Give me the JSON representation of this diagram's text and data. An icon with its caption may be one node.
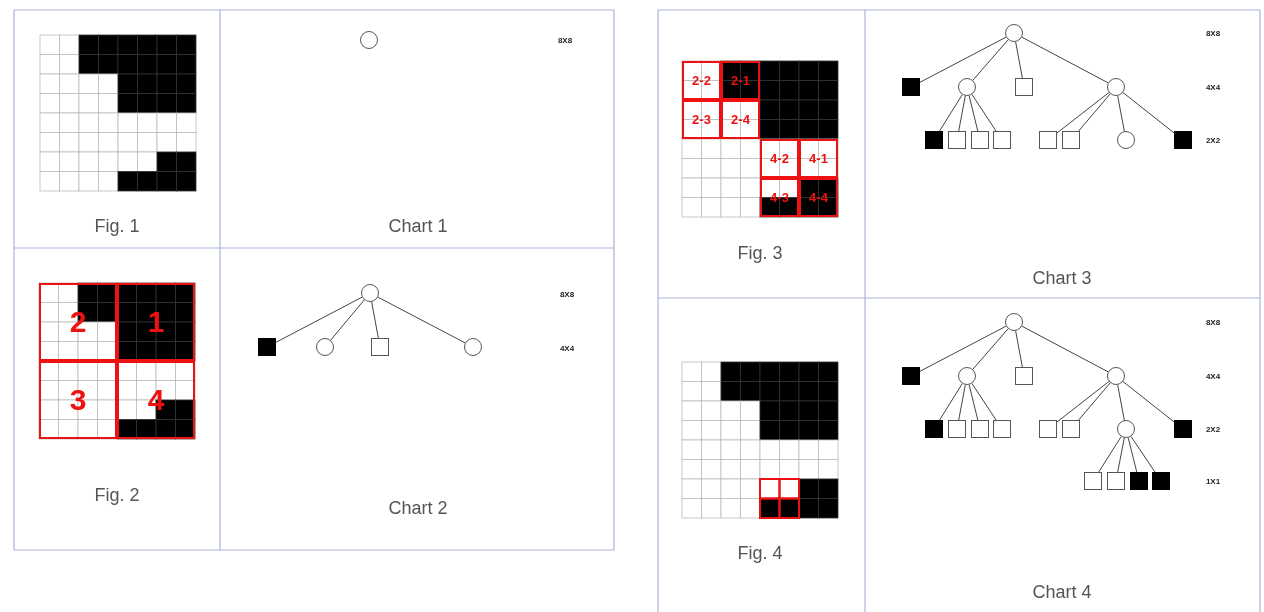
{
  "diagram": {
    "nodes": [
      {
        "text": [],
        "shape": "circle"
      },
      {
        "text": [
          "2"
        ]
      },
      {
        "text": [
          "1"
        ]
      },
      {
        "text": [
          "3"
        ]
      },
      {
        "text": [
          "4"
        ]
      },
      {
        "text": [],
        "shape": "circle"
      },
      {
        "text": [],
        "shape": "box"
      },
      {
        "text": [],
        "shape": "circle"
      },
      {
        "text": [],
        "shape": "box"
      },
      {
        "text": [],
        "shape": "circle"
      },
      {
        "text": [
          "2-2"
        ]
      },
      {
        "text": [
          "2-1"
        ]
      },
      {
        "text": [
          "2-3"
        ]
      },
      {
        "text": [
          "2-4"
        ]
      },
      {
        "text": [
          "4-2"
        ]
      },
      {
        "text": [
          "4-1"
        ]
      },
      {
        "text": [
          "4-3"
        ]
      },
      {
        "text": [
          "4-4"
        ]
      },
      {
        "text": [],
        "shape": "circle"
      },
      {
        "text": [],
        "shape": "box"
      },
      {
        "text": [],
        "shape": "circle"
      },
      {
        "text": [],
        "shape": "box"
      },
      {
        "text": [],
        "shape": "circle"
      },
      {
        "text": [],
        "shape": "box"
      },
      {
        "text": [],
        "shape": "box"
      },
      {
        "text": [],
        "shape": "box"
      },
      {
        "text": [],
        "shape": "box"
      },
      {
        "text": [],
        "shape": "box"
      },
      {
        "text": [],
        "shape": "box"
      },
      {
        "text": [],
        "shape": "circle"
      },
      {
        "text": [],
        "shape": "box"
      },
      {
        "text": [],
        "shape": "circle"
      },
      {
        "text": [],
        "shape": "box"
      },
      {
        "text": [],
        "shape": "circle"
      },
      {
        "text": [],
        "shape": "box"
      },
      {
        "text": [],
        "shape": "circle"
      },
      {
        "text": [],
        "shape": "box"
      },
      {
        "text": [],
        "shape": "box"
      },
      {
        "text": [],
        "shape": "box"
      },
      {
        "text": [],
        "shape": "box"
      },
      {
        "text": [],
        "shape": "box"
      },
      {
        "text": [],
        "shape": "box"
      },
      {
        "text": [],
        "shape": "circle"
      },
      {
        "text": [],
        "shape": "box"
      },
      {
        "text": [],
        "shape": "box"
      },
      {
        "text": [],
        "shape": "box"
      },
      {
        "text": [],
        "shape": "box"
      },
      {
        "text": [],
        "shape": "box"
      }
    ],
    "edges": [
      {
        "from": 5,
        "to": 6,
        "arrow": "none"
      },
      {
        "from": 5,
        "to": 7,
        "arrow": "none"
      },
      {
        "from": 5,
        "to": 8,
        "arrow": "none"
      },
      {
        "from": 5,
        "to": 9,
        "arrow": "none"
      },
      {
        "from": 18,
        "to": 19,
        "arrow": "none"
      },
      {
        "from": 18,
        "to": 20,
        "arrow": "none"
      },
      {
        "from": 18,
        "to": 21,
        "arrow": "none"
      },
      {
        "from": 18,
        "to": 22,
        "arrow": "none"
      },
      {
        "from": 20,
        "to": 23,
        "arrow": "none"
      },
      {
        "from": 20,
        "to": 24,
        "arrow": "none"
      },
      {
        "from": 20,
        "to": 25,
        "arrow": "none"
      },
      {
        "from": 20,
        "to": 26,
        "arrow": "none"
      },
      {
        "from": 22,
        "to": 27,
        "arrow": "none"
      },
      {
        "from": 22,
        "to": 28,
        "arrow": "none"
      },
      {
        "from": 22,
        "to": 29,
        "arrow": "none"
      },
      {
        "from": 22,
        "to": 30,
        "arrow": "none"
      },
      {
        "from": 31,
        "to": 32,
        "arrow": "none"
      },
      {
        "from": 31,
        "to": 33,
        "arrow": "none"
      },
      {
        "from": 31,
        "to": 34,
        "arrow": "none"
      },
      {
        "from": 31,
        "to": 35,
        "arrow": "none"
      },
      {
        "from": 33,
        "to": 36,
        "arrow": "none"
      },
      {
        "from": 33,
        "to": 37,
        "arrow": "none"
      },
      {
        "from": 33,
        "to": 38,
        "arrow": "none"
      },
      {
        "from": 33,
        "to": 39,
        "arrow": "none"
      },
      {
        "from": 35,
        "to": 40,
        "arrow": "none"
      },
      {
        "from": 35,
        "to": 41,
        "arrow": "none"
      },
      {
        "from": 35,
        "to": 42,
        "arrow": "none"
      },
      {
        "from": 35,
        "to": 43,
        "arrow": "none"
      },
      {
        "from": 42,
        "to": 44,
        "arrow": "none"
      },
      {
        "from": 42,
        "to": 45,
        "arrow": "none"
      },
      {
        "from": 42,
        "to": 46,
        "arrow": "none"
      },
      {
        "from": 42,
        "to": 47,
        "arrow": "none"
      }
    ],
    "labels": [
      "Fig. 1",
      "8X8",
      "Chart 1",
      "Fig. 2",
      "8X8",
      "4X4",
      "Chart 2",
      "Fig. 3",
      "8X8",
      "4X4",
      "2X2",
      "Chart 3",
      "Fig. 4",
      "8X8",
      "4X4",
      "2X2",
      "1X1",
      "Chart 4"
    ]
  }
}
